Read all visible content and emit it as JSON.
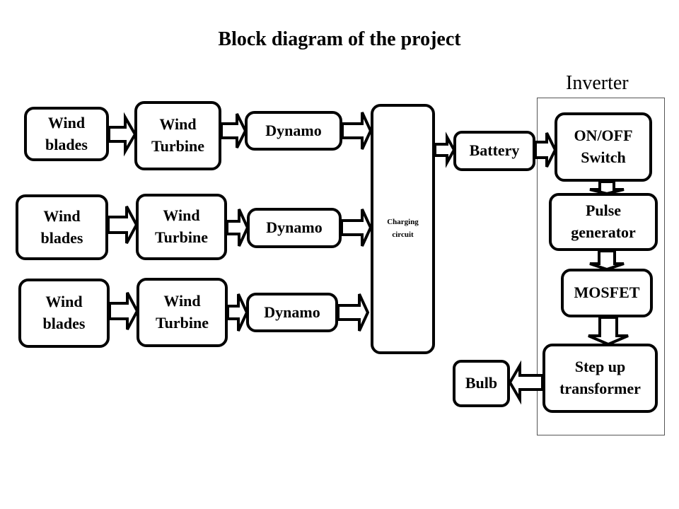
{
  "diagram": {
    "title": "Block diagram of the project",
    "group_label": "Inverter",
    "rows": [
      {
        "blades": "Wind\nblades",
        "turbine": "Wind\nTurbine",
        "dynamo": "Dynamo"
      },
      {
        "blades": "Wind\nblades",
        "turbine": "Wind\nTurbine",
        "dynamo": "Dynamo"
      },
      {
        "blades": "Wind\nblades",
        "turbine": "Wind\nTurbine",
        "dynamo": "Dynamo"
      }
    ],
    "charging": "Charging\ncircuit",
    "battery": "Battery",
    "switch": "ON/OFF\nSwitch",
    "pulse": "Pulse\ngenerator",
    "mosfet": "MOSFET",
    "transformer": "Step up\ntransformer",
    "bulb": "Bulb",
    "edges": [
      [
        "Wind blades 1",
        "Wind Turbine 1"
      ],
      [
        "Wind Turbine 1",
        "Dynamo 1"
      ],
      [
        "Dynamo 1",
        "Charging circuit"
      ],
      [
        "Wind blades 2",
        "Wind Turbine 2"
      ],
      [
        "Wind Turbine 2",
        "Dynamo 2"
      ],
      [
        "Dynamo 2",
        "Charging circuit"
      ],
      [
        "Wind blades 3",
        "Wind Turbine 3"
      ],
      [
        "Wind Turbine 3",
        "Dynamo 3"
      ],
      [
        "Dynamo 3",
        "Charging circuit"
      ],
      [
        "Charging circuit",
        "Battery"
      ],
      [
        "Battery",
        "ON/OFF Switch"
      ],
      [
        "ON/OFF Switch",
        "Pulse generator"
      ],
      [
        "Pulse generator",
        "MOSFET"
      ],
      [
        "MOSFET",
        "Step up transformer"
      ],
      [
        "Step up transformer",
        "Bulb"
      ]
    ]
  }
}
